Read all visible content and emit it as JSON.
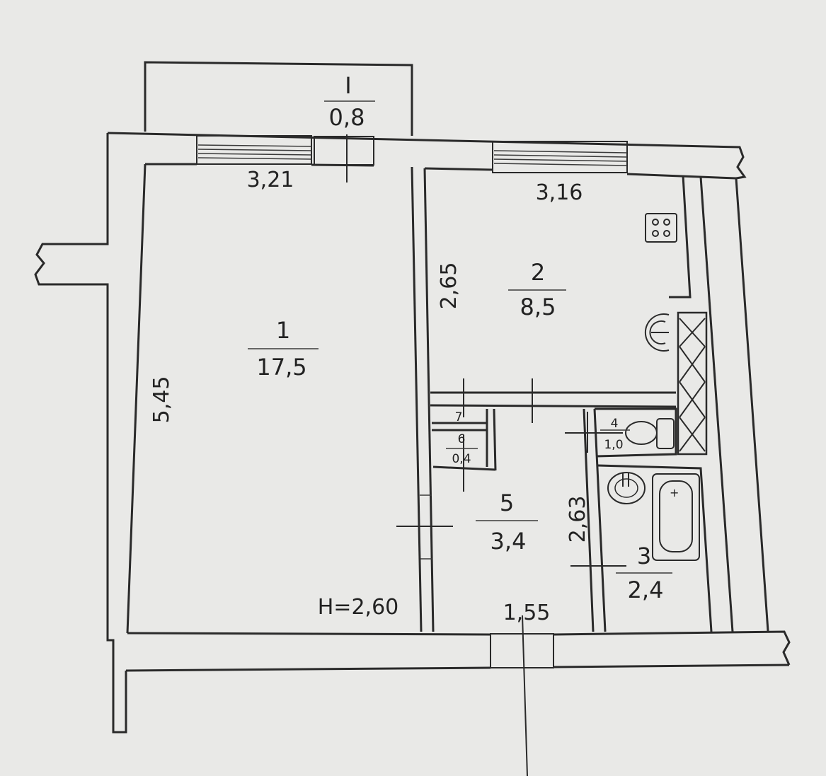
{
  "rooms": {
    "balcony": {
      "number": "I",
      "area": "0,8"
    },
    "r1": {
      "number": "1",
      "area": "17,5"
    },
    "r2": {
      "number": "2",
      "area": "8,5"
    },
    "r3": {
      "number": "3",
      "area": "2,4"
    },
    "r4": {
      "number": "4",
      "area": "1,0"
    },
    "r5": {
      "number": "5",
      "area": "3,4"
    },
    "r6": {
      "number": "6",
      "area": "0,4"
    },
    "r7": {
      "number": "7"
    }
  },
  "dimensions": {
    "room1_width": "3,21",
    "room1_length": "5,45",
    "room2_width": "3,16",
    "room2_length": "2,65",
    "hall_width": "1,55",
    "hall_length": "2,63",
    "ceiling_height": "H=2,60"
  },
  "colors": {
    "paper": "#e9e9e7",
    "ink": "#2a2a2a"
  }
}
